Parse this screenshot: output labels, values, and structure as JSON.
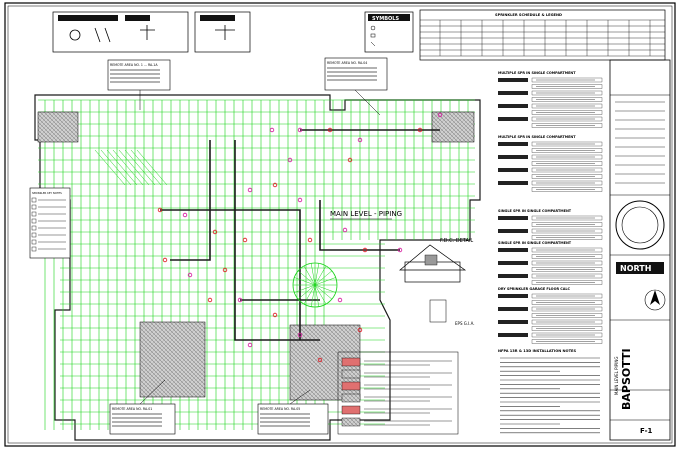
{
  "sheet": {
    "main_title": "MAIN LEVEL - PIPING",
    "symbols_title": "SYMBOLS",
    "sprinkler_schedule_title": "SPRINKLER SCHEDULE & LEGEND",
    "north_label": "NORTH",
    "firm_name": "BAPSOTTI",
    "project_name": "MAIN LEVEL PIPING",
    "fdc_label": "F.D.C. DETAIL",
    "detail_label": "EPS G.I.A.",
    "sheet_number": "F-1",
    "key_notes_title": "SPRINKLER KEY NOTES"
  },
  "remote_areas": [
    "REMOTE AREA NO. 1 ... RA-1A",
    "REMOTE AREA NO. RA-04",
    "REMOTE AREA NO. RA-01",
    "REMOTE AREA NO. RA-05"
  ],
  "calc_blocks": [
    "MULTIPLE SPR IN SINGLE COMPARTMENT",
    "MULTIPLE SPR IN SINGLE COMPARTMENT",
    "SINGLE SPR IN SINGLE COMPARTMENT",
    "SINGLE SPR IN SINGLE COMPARTMENT",
    "DRY SPRINKLER GARAGE FLOOR CALC"
  ],
  "notes_title": "NFPA 13R & 13D INSTALLATION NOTES",
  "colors": {
    "pipe_green": "#19d419",
    "pipe_dark": "#1a1a1a",
    "accent_red": "#e0101a",
    "accent_magenta": "#d4109a",
    "background": "#ffffff"
  }
}
